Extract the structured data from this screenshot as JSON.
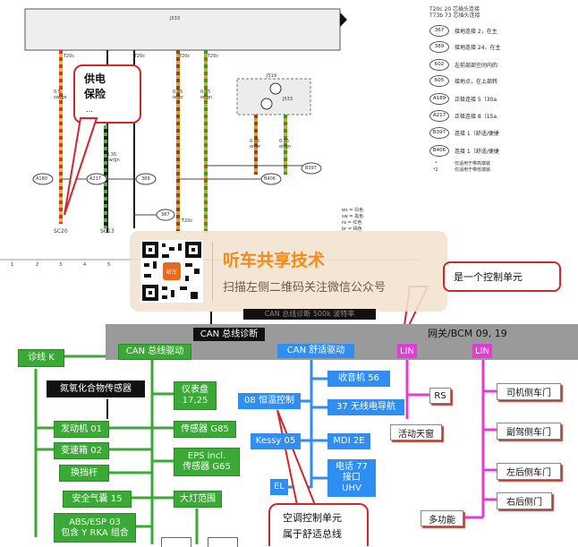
{
  "schematic": {
    "top_module_label": "J533",
    "connector_labels": [
      "T20c",
      "T20c",
      "T20c",
      "T20c",
      "T20c"
    ],
    "wire_labels": [
      "0.5 sw/ge",
      "0.35 sw/gn",
      "0.35 or/br",
      "0.35 or/gn",
      "0.35 or/br",
      "0.35 or/gn"
    ],
    "nodes": [
      "A180",
      "A217",
      "389",
      "B406",
      "B397",
      "387"
    ],
    "module_labels": [
      "J519",
      "J533"
    ],
    "bottom_labels": [
      "SC20",
      "SC13"
    ],
    "ruler_numbers": [
      "1",
      "2",
      "3",
      "4",
      "5"
    ],
    "color_legend": [
      "ws = 白色",
      "sw = 黑色",
      "ro = 红色",
      "br = 褐色"
    ]
  },
  "legend": {
    "header": [
      "T20c  20 芯插头连接",
      "T73b  73 芯插头连接"
    ],
    "items": [
      {
        "code": "367",
        "text": "接地连接 2，在主"
      },
      {
        "code": "389",
        "text": "接地连接 24，在主"
      },
      {
        "code": "602",
        "text": "左前部部空间内的"
      },
      {
        "code": "605",
        "text": "接地点，在上部转"
      },
      {
        "code": "A189",
        "text": "正极连接 5（30a"
      },
      {
        "code": "A217",
        "text": "正极连接 8（15a"
      },
      {
        "code": "B397",
        "text": "连接 1（舒适/便捷"
      },
      {
        "code": "B406",
        "text": "连接 1（舒适/便捷"
      }
    ],
    "notes": [
      "仅适用于带高端装",
      "仅适用于带低端装"
    ],
    "note_marks": [
      "*",
      "*2"
    ]
  },
  "callouts": {
    "power_fuse": "供电\n保险",
    "power_fuse_dots": "…",
    "control_unit": "是一个控制单元",
    "ac_control": "空调控制单元\n属于舒适总线"
  },
  "watermark": {
    "title": "听车共享技术",
    "subtitle": "扫描左侧二维码关注微信公众号",
    "qr_badge": "听车"
  },
  "topology": {
    "can_drive_bus_label": "CAN 总线诊断 500k 波特率",
    "gateway_title": "网关/BCM 09, 19",
    "can_diag": "CAN 总线诊断",
    "can_drive": "CAN 总线驱动",
    "can_comfort": "CAN 舒适驱动",
    "lin1": "LIN",
    "lin2": "LIN",
    "diag_line": "诊线 K",
    "nox_sensor": "氮氧化合物传感器",
    "engine": "发动机 01",
    "gearbox": "变速箱 02",
    "shifter": "换挡杆",
    "airbag": "安全气囊 15",
    "abs": "ABS/ESP 03\n包含 Y RKA 组合",
    "cluster": "仪表盘\n17,25",
    "sensor_g85": "传感器 G85",
    "eps": "EPS incl.\n传感器 G65",
    "headlight": "大灯范围",
    "radio": "收音机 56",
    "nav": "37 无线电导航",
    "climate": "08 恒温控制",
    "kessy": "Kessy 05",
    "mdi": "MDI 2E",
    "phone": "电话 77\n接口\nUHV",
    "el": "EL",
    "rs": "RS",
    "sunroof": "活动天窗",
    "multifunction": "多功能",
    "driver_door": "司机侧车门",
    "passenger_door": "副驾侧车门",
    "rear_left_door": "左后侧车门",
    "rear_right_door": "右后侧门"
  },
  "colors": {
    "can_drive_green": "#3aa935",
    "can_comfort_blue": "#2e8ef2",
    "lin_pink": "#e43bd6",
    "gateway_gray": "#9a9a9a",
    "callout_red": "#d3262a",
    "watermark_orange": "#f28a1c"
  }
}
